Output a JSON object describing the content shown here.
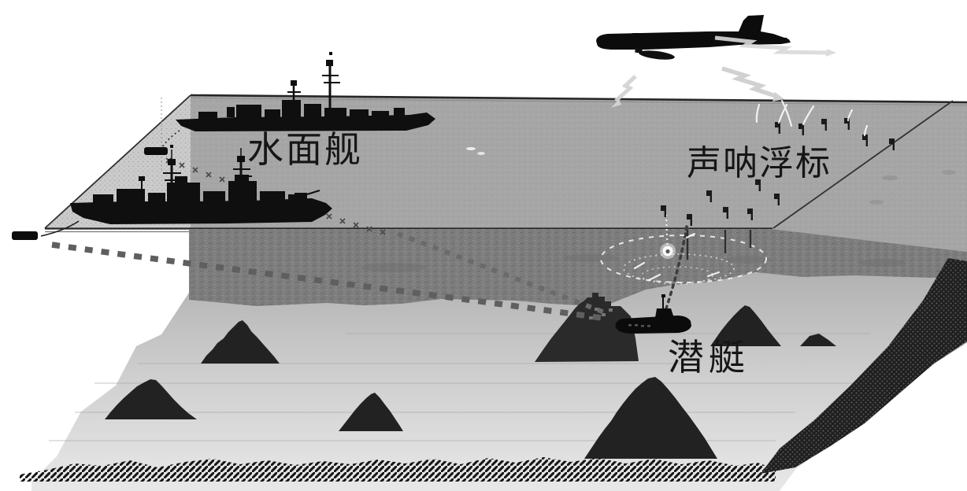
{
  "scene": {
    "labels": {
      "surface_ship": "水面舰",
      "sonobuoy": "声呐浮标",
      "submarine": "潜艇"
    },
    "colors": {
      "background": "#ffffff",
      "sea_surface": "#a6a6a6",
      "sea_surface_near": "#cbcbcb",
      "deep_water_band": "#7d7d7d",
      "seafloor_top": "#b0b0b0",
      "seafloor_bottom": "#e6e6e6",
      "silhouettes": "#101010",
      "sonar_rings": "#f2f2f2",
      "label_text": "#161616"
    },
    "icons": {
      "aircraft": "patrol-aircraft-silhouette",
      "surface_ship": "warship-silhouette",
      "submarine": "submarine-silhouette",
      "sonobuoy": "small-buoy-marker",
      "seamount": "dark-triangle-mountain",
      "detection": "dashed-ellipse-rings",
      "signal": "lightning-bolt"
    },
    "counts": {
      "surface_ships": 2,
      "sonobuoys_visible": 13,
      "seamounts": 6
    }
  }
}
